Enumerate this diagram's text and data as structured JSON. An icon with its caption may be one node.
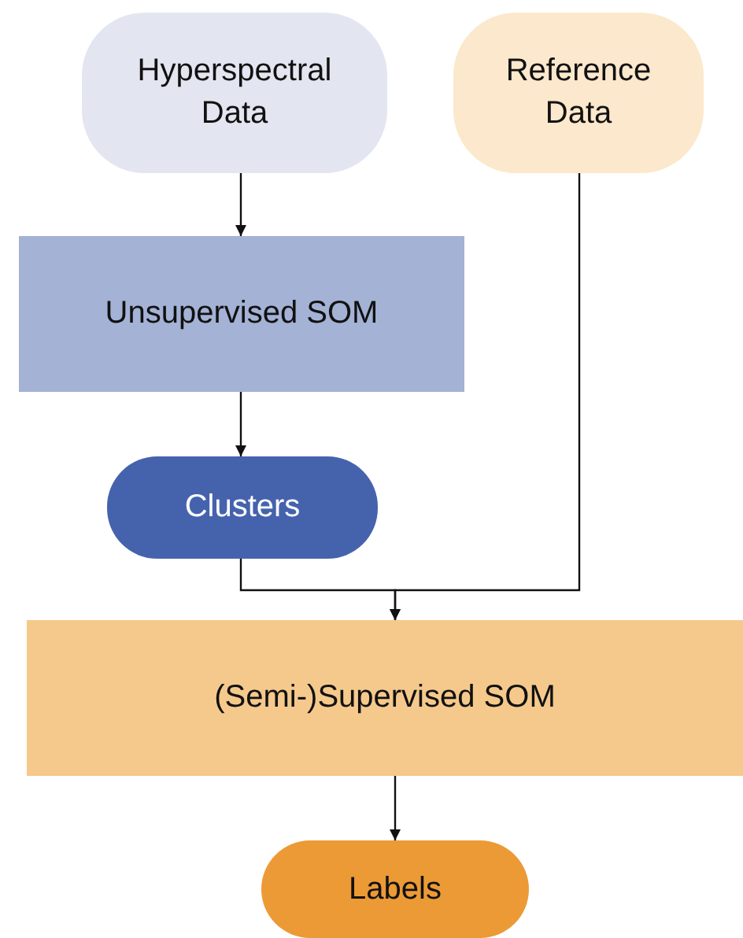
{
  "diagram": {
    "nodes": [
      {
        "text": [
          "Hyperspectral Data"
        ]
      },
      {
        "text": [
          "Reference Data"
        ]
      },
      {
        "text": [
          "Unsupervised SOM"
        ]
      },
      {
        "text": [
          "Clusters"
        ]
      },
      {
        "text": [
          "(Semi-)Supervised SOM"
        ]
      },
      {
        "text": [
          "Labels"
        ]
      }
    ],
    "edges": [
      {
        "from": 0,
        "to": 2,
        "arrow": "to"
      },
      {
        "from": 2,
        "to": 3,
        "arrow": "to"
      },
      {
        "from": 3,
        "to": 4,
        "arrow": "to"
      },
      {
        "from": 1,
        "to": 4,
        "arrow": "to"
      },
      {
        "from": 4,
        "to": 5,
        "arrow": "to"
      }
    ]
  }
}
